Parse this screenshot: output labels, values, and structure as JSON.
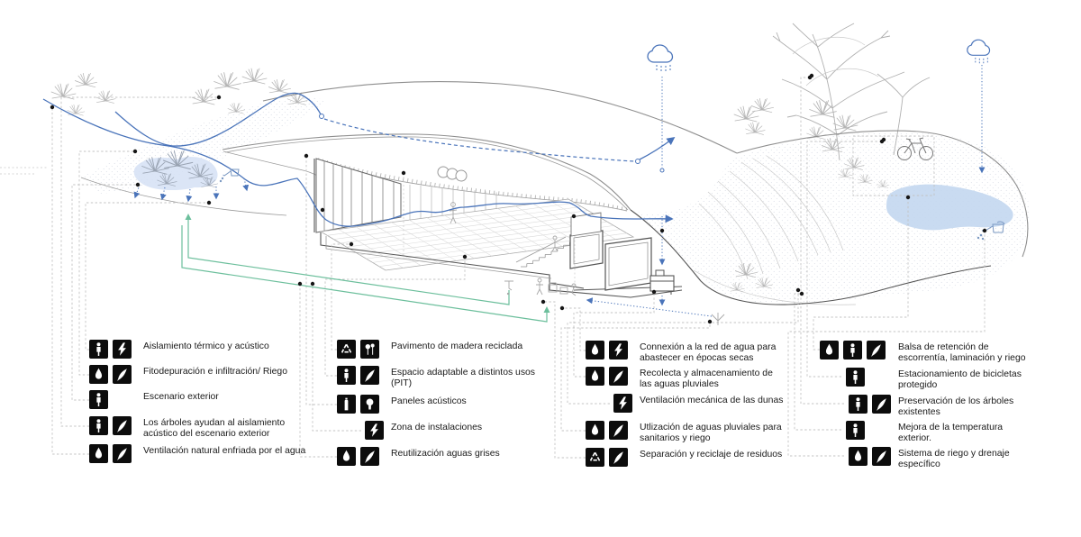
{
  "colors": {
    "water_flow_blue": "#4a74ba",
    "cooling_green": "#6cbf9c",
    "wetland_fill": "#d5e1f4",
    "pond_fill": "#c3d7ef",
    "icon_black": "#0c0c0c"
  },
  "drawing": {
    "markers": [
      "rain-cloud-icon",
      "rain-cloud-icon",
      "watering-can-icon",
      "watering-can-icon",
      "water-tank-icon",
      "sprinkler-icon",
      "faucet-icon",
      "bicycle-icon",
      "wetland-area",
      "pond-area",
      "auditorium-section",
      "dune-landscape"
    ]
  },
  "legend": {
    "columns": [
      {
        "items": [
          {
            "icons": [
              "person",
              "bolt"
            ],
            "align": "start",
            "text": "Aislamiento térmico y acústico"
          },
          {
            "icons": [
              "drop",
              "feather"
            ],
            "align": "start",
            "text": "Fitodepuración e infiltración/ Riego"
          },
          {
            "icons": [
              "person"
            ],
            "align": "start",
            "text": "Escenario exterior"
          },
          {
            "icons": [
              "person",
              "feather"
            ],
            "align": "start",
            "text": "Los árboles ayudan al aislamiento acústico del escenario exterior"
          },
          {
            "icons": [
              "drop",
              "feather"
            ],
            "align": "start",
            "text": "Ventilación natural enfriada por el agua"
          }
        ]
      },
      {
        "items": [
          {
            "icons": [
              "recycle",
              "trees"
            ],
            "align": "start",
            "text": "Pavimento de madera reciclada"
          },
          {
            "icons": [
              "person",
              "feather"
            ],
            "align": "start",
            "text": "Espacio adaptable a distintos usos (PIT)"
          },
          {
            "icons": [
              "bottle",
              "bulb"
            ],
            "align": "start",
            "text": "Paneles acústicos"
          },
          {
            "icons": [
              "bolt"
            ],
            "align": "end",
            "text": "Zona de instalaciones"
          },
          {
            "icons": [
              "drop",
              "feather"
            ],
            "align": "start",
            "text": "Reutilización aguas grises"
          }
        ]
      },
      {
        "items": [
          {
            "icons": [
              "drop",
              "bolt"
            ],
            "align": "start",
            "text": "Connexión a la red de agua para abastecer en épocas secas"
          },
          {
            "icons": [
              "drop",
              "feather"
            ],
            "align": "start",
            "text": "Recolecta y almacenamiento de las aguas pluviales"
          },
          {
            "icons": [
              "bolt"
            ],
            "align": "end",
            "text": "Ventilación mecánica de las dunas"
          },
          {
            "icons": [
              "drop",
              "feather"
            ],
            "align": "start",
            "text": "Utlización de aguas pluviales para sanitarios y riego"
          },
          {
            "icons": [
              "recycle",
              "feather"
            ],
            "align": "start",
            "text": "Separación y reciclaje de residuos"
          }
        ]
      },
      {
        "items": [
          {
            "icons": [
              "drop",
              "person",
              "feather"
            ],
            "align": "start",
            "text": "Balsa de retención de escorrentía, laminación y riego"
          },
          {
            "icons": [
              "person"
            ],
            "align": "center",
            "text": "Estacionamiento de bicicletas protegido"
          },
          {
            "icons": [
              "person",
              "feather"
            ],
            "align": "end",
            "text": "Preservación de los árboles existentes"
          },
          {
            "icons": [
              "person"
            ],
            "align": "center",
            "text": "Mejora de la temperatura exterior."
          },
          {
            "icons": [
              "drop",
              "feather"
            ],
            "align": "end",
            "text": "Sistema de riego y drenaje específico"
          }
        ]
      }
    ]
  }
}
